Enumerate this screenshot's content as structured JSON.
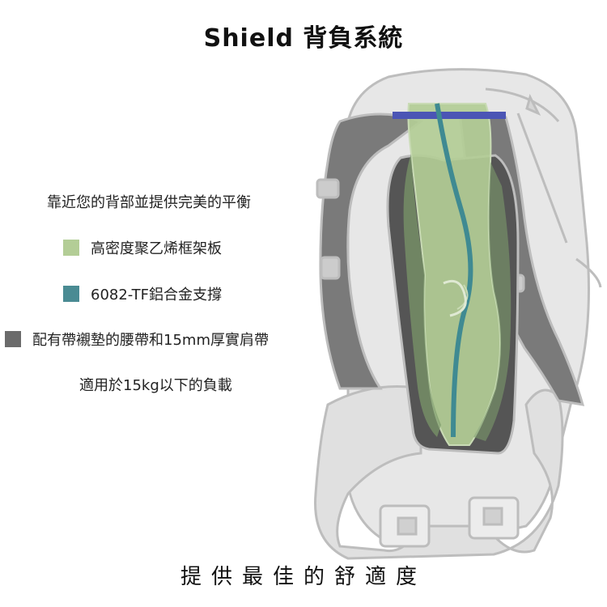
{
  "title": "Shield 背負系統",
  "features": [
    {
      "text": "靠近您的背部並提供完美的平衡",
      "swatch": null
    },
    {
      "text": "高密度聚乙烯框架板",
      "swatch": "#b3cd96"
    },
    {
      "text": "6082-TF鋁合金支撐",
      "swatch": "#4a8b93"
    },
    {
      "text": "配有帶襯墊的腰帶和15mm厚實肩帶",
      "swatch": "#6b6b6b"
    },
    {
      "text": "適用於15kg以下的負載",
      "swatch": null
    }
  ],
  "footer": "提供最佳的舒適度",
  "colors": {
    "frame_sheet": "#b3cd96",
    "alu_stay": "#3f8a92",
    "padding": "#555555",
    "outline": "#bdbdbd",
    "top_bar": "#4b55b5"
  }
}
